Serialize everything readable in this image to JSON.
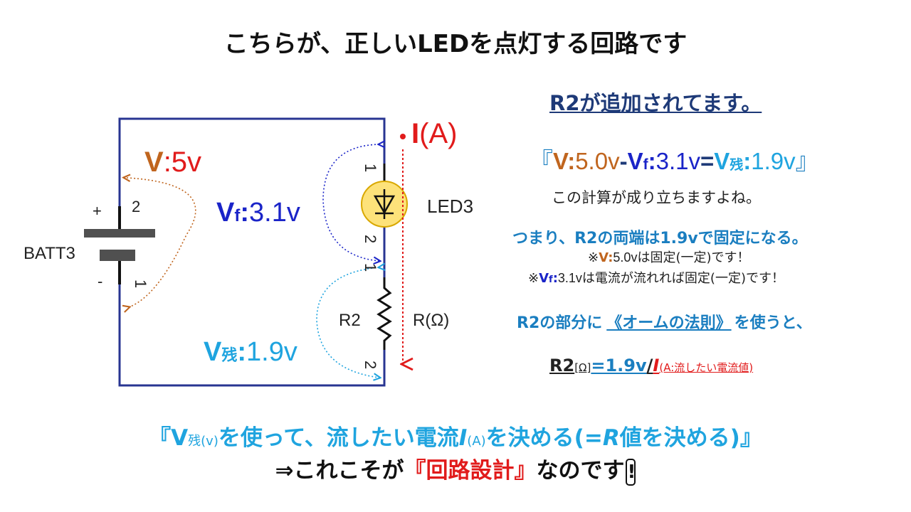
{
  "title": "こちらが、正しいLEDを点灯する回路です",
  "circuit": {
    "battery_label": "BATT3",
    "battery_plus": "+",
    "battery_minus": "-",
    "battery_pin_top": "2",
    "battery_pin_bottom": "1",
    "led_label": "LED3",
    "led_pin_top": "1",
    "led_pin_bottom": "2",
    "resistor_label": "R2",
    "resistor_pin_top": "1",
    "resistor_pin_bottom": "2",
    "resistance_label": "R(Ω)",
    "current_label_I": "I",
    "current_label_unit": "(A)",
    "v_supply_symbol": "V",
    "v_supply_value": ":5v",
    "vf_symbol": "V",
    "vf_sub": "f",
    "vf_colon": ":",
    "vf_value": "3.1v",
    "vres_symbol": "V",
    "vres_sub": "残",
    "vres_colon": ":",
    "vres_value": "1.9v"
  },
  "right": {
    "heading": "R2が追加されてます。",
    "eq_open": "『",
    "eq_v": "V",
    "eq_v_colon": ":",
    "eq_v_val": "5.0v",
    "eq_minus": "-",
    "eq_vf": "V",
    "eq_vf_sub": "f",
    "eq_vf_colon": ":",
    "eq_vf_val": "3.1v",
    "eq_equals": "=",
    "eq_vr": "V",
    "eq_vr_sub": "残",
    "eq_vr_colon": ":",
    "eq_vr_val": "1.9v",
    "eq_close": "』",
    "calc_note": "この計算が成り立ちますよね。",
    "fixed_line": "つまり、R2の両端は1.9vで固定になる。",
    "note1_mark": "※",
    "note1_v": "V",
    "note1_colon": ":",
    "note1_val": "5.0v",
    "note1_text": "は固定(一定)です！",
    "note2_mark": "※",
    "note2_v": "V",
    "note2_sub": "f",
    "note2_colon": ":",
    "note2_val": "3.1v",
    "note2_text": "は電流が流れれば固定(一定)です！",
    "ohm_pre": "R2の部分に",
    "ohm_link": "《オームの法則》",
    "ohm_post": "を使うと、",
    "formula_r2": "R2",
    "formula_unit": "[Ω]",
    "formula_eq": "=1.9v",
    "formula_slash": "/",
    "formula_I": "I",
    "formula_I_note": "(A:流したい電流値)"
  },
  "bottom": {
    "l1_open": "『V",
    "l1_sub": "残(v)",
    "l1_mid": "を使って、流したい電流",
    "l1_I": "I",
    "l1_Isub": "(A)",
    "l1_mid2": "を決める(=",
    "l1_R": "R",
    "l1_end": "値を決める)』",
    "l2_pre": "⇒これこそが",
    "l2_red": "『回路設計』",
    "l2_post": "なのです",
    "l2_mark": "!"
  }
}
